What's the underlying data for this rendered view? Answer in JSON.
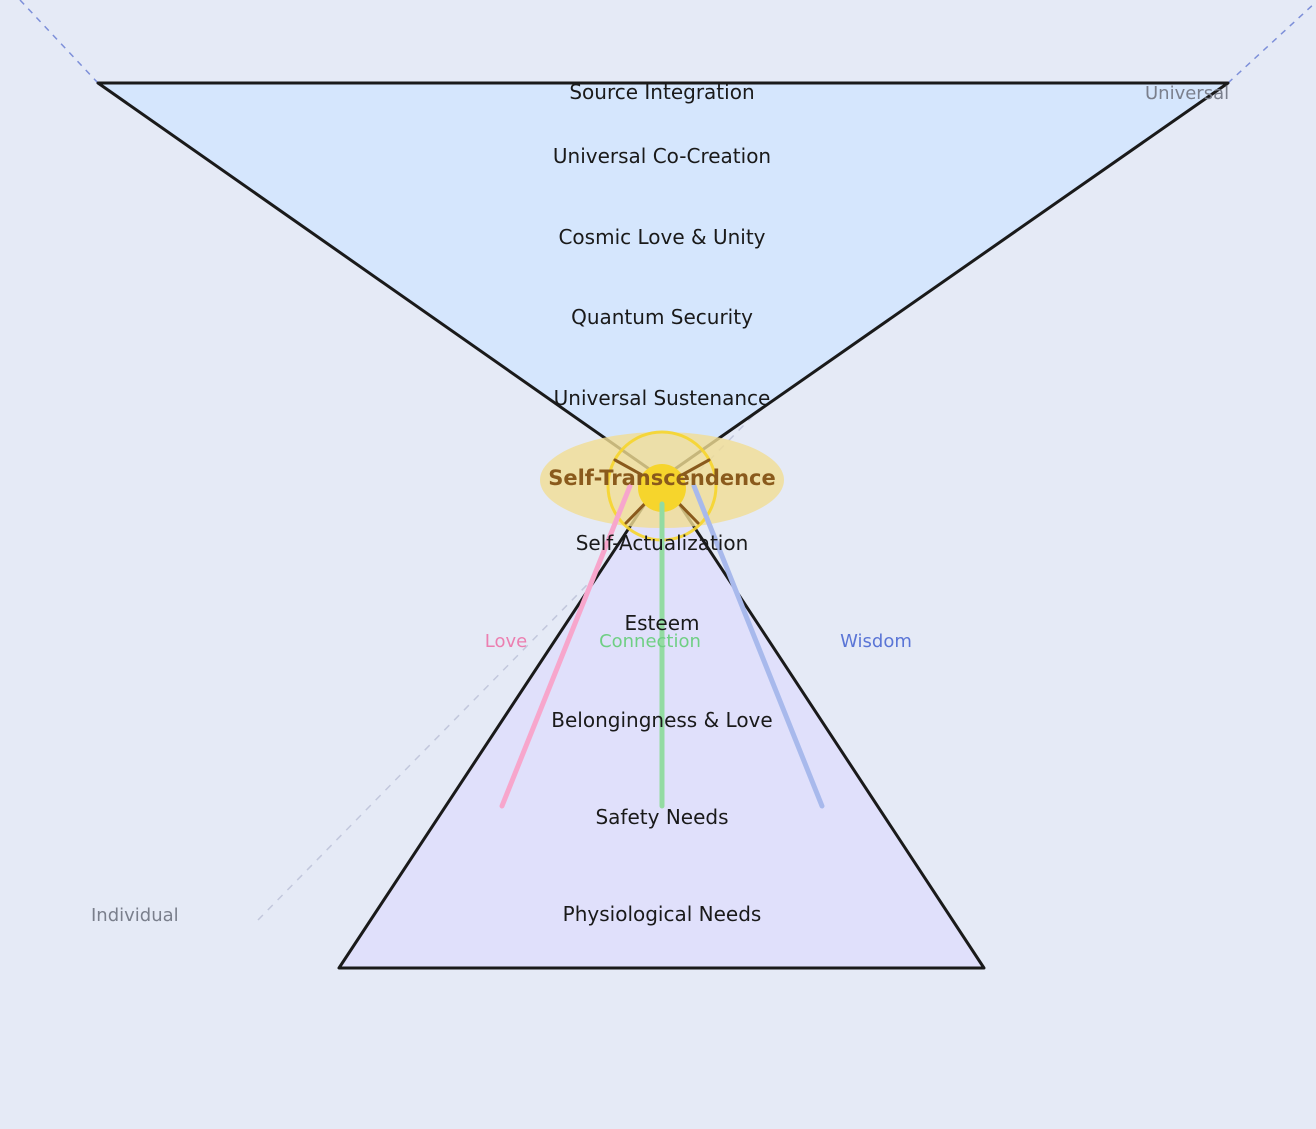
{
  "colors": {
    "background": "#e5eaf6",
    "upper_fill": "#d5e6fd",
    "lower_fill": "#e0e0fb",
    "outline": "#1a1a1a",
    "glow": "#f1dd93",
    "sun": "#f6d52c",
    "love": "#f7a6cc",
    "connection": "#93dba2",
    "wisdom": "#a8b9ec",
    "love_text": "#ec7fb0",
    "connection_text": "#6fcf84",
    "wisdom_text": "#5a75d6",
    "axis_text": "#7a7f8c",
    "center_text": "#8a5a1c"
  },
  "upper_levels": [
    "Source Integration",
    "Universal Co-Creation",
    "Cosmic Love & Unity",
    "Quantum Security",
    "Universal Sustenance"
  ],
  "center_level": "Self-Transcendence",
  "lower_levels": [
    "Self-Actualization",
    "Esteem",
    "Belongingness & Love",
    "Safety Needs",
    "Physiological Needs"
  ],
  "paths": {
    "love": "Love",
    "connection": "Connection",
    "wisdom": "Wisdom"
  },
  "axis": {
    "top_right": "Universal",
    "bottom_left": "Individual"
  }
}
